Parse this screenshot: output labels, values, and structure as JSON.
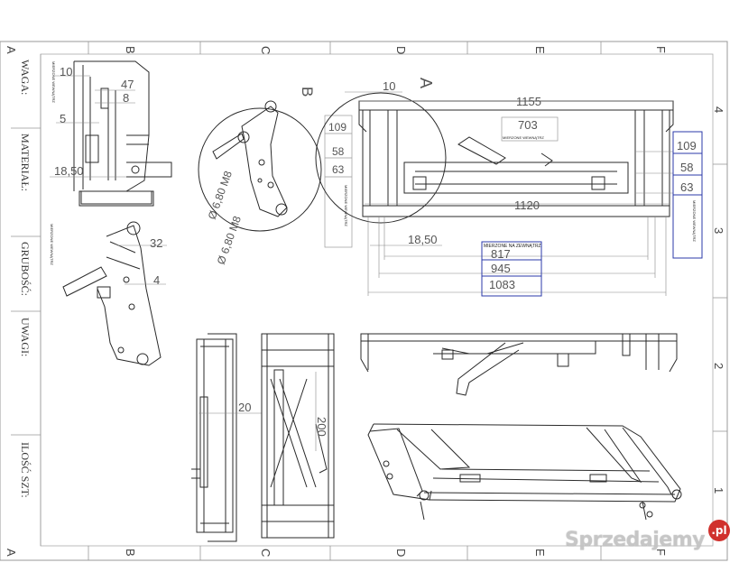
{
  "zones": {
    "letters_top": [
      "A",
      "B",
      "C",
      "D",
      "E",
      "F"
    ],
    "letters_bottom": [
      "A",
      "B",
      "C",
      "D",
      "E",
      "F"
    ],
    "numbers_right": [
      "4",
      "3",
      "2",
      "1"
    ]
  },
  "title_block": {
    "fields": [
      "WAGA:",
      "MATERIAŁ:",
      "GRUBOŚĆ:",
      "UWAGI:",
      "ILOŚĆ SZT:"
    ]
  },
  "views": {
    "detail_b_label": "B",
    "section_a_label": "A"
  },
  "dimensions": {
    "left_view": [
      "10",
      "47",
      "8",
      "5",
      "18,50"
    ],
    "bracket_view": [
      "32",
      "4"
    ],
    "detail_b": [
      "Ø 6,80 M8",
      "Ø 6,80 M8",
      "109",
      "58",
      "63"
    ],
    "main_view": [
      "10",
      "1155",
      "703",
      "1120",
      "18,50",
      "817",
      "945",
      "1083",
      "109",
      "58",
      "63"
    ],
    "top_view": [
      "20",
      "200"
    ]
  },
  "notes": {
    "measured_internal_1": "MIERZONE WEWNĄTRZ",
    "measured_external": "MIERZONE NA ZEWNĄTRZ",
    "measured_internal_2": "MIERZONE WEWNĄTRZ",
    "measured_internal_3": "MIERZONE WEWNĄTRZ"
  },
  "watermark": {
    "text": "Sprzedajemy",
    "badge": ".pl"
  },
  "colors": {
    "line": "#2a2a2a",
    "dimension": "#777777",
    "highlight_box": "#2b3aa8"
  }
}
